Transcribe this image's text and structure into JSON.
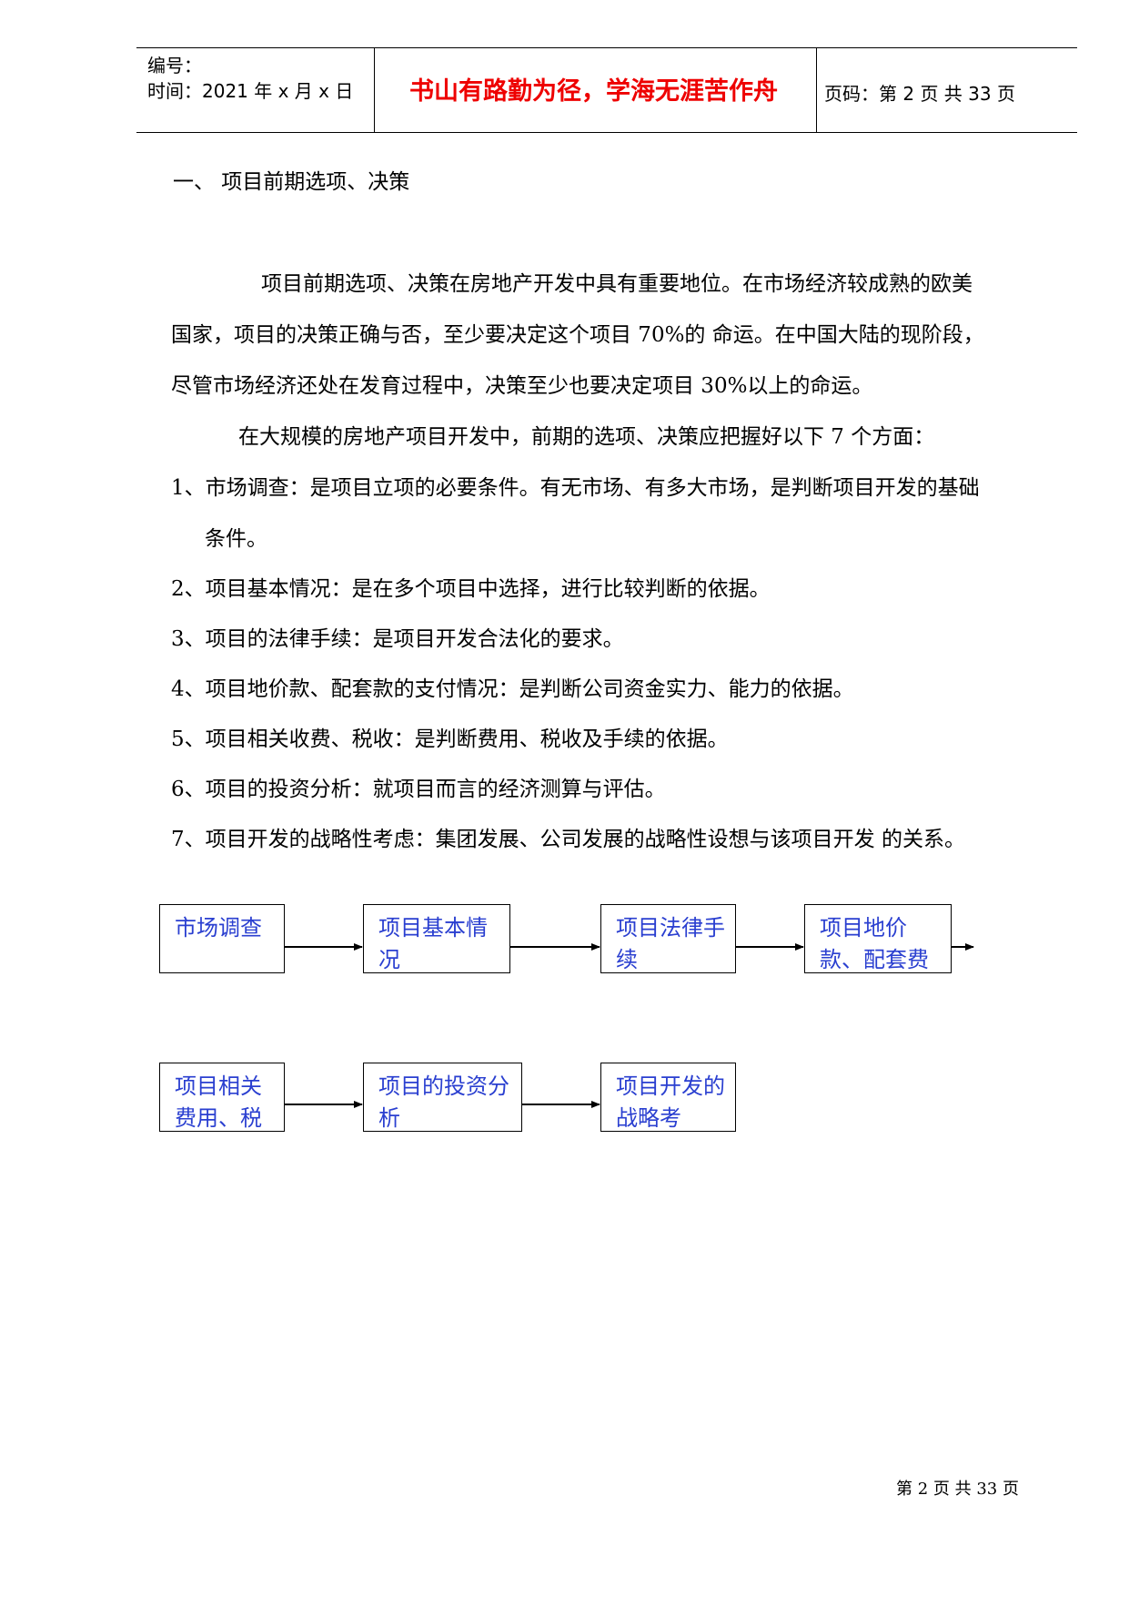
{
  "header": {
    "number_label": "编号：",
    "time_label": "时间：2021 年 x 月 x 日",
    "motto": "书山有路勤为径，学海无涯苦作舟",
    "page_label": "页码：第 2 页  共 33 页"
  },
  "section": {
    "title": "一、  项目前期选项、决策",
    "paragraph1": [
      "项目前期选项、决策在房地产开发中具有重要地位。在市场经济较成熟的欧美",
      "国家，项目的决策正确与否，至少要决定这个项目 70%的  命运。在中国大陆的现阶段，",
      "尽管市场经济还处在发育过程中，决策至少也要决定项目 30%以上的命运。"
    ],
    "paragraph2": "在大规模的房地产项目开发中，前期的选项、决策应把握好以下 7 个方面：",
    "items": [
      {
        "line1": "1、市场调查：是项目立项的必要条件。有无市场、有多大市场，是判断项目开发的基础",
        "line2": "条件。"
      },
      {
        "line1": "2、项目基本情况：是在多个项目中选择，进行比较判断的依据。"
      },
      {
        "line1": "3、项目的法律手续：是项目开发合法化的要求。"
      },
      {
        "line1": "4、项目地价款、配套款的支付情况：是判断公司资金实力、能力的依据。"
      },
      {
        "line1": "5、项目相关收费、税收：是判断费用、税收及手续的依据。"
      },
      {
        "line1": "6、项目的投资分析：就项目而言的经济测算与评估。"
      },
      {
        "line1": "7、项目开发的战略性考虑：集团发展、公司发展的战略性设想与该项目开发  的关系。"
      }
    ]
  },
  "flowchart": {
    "row1": [
      "市场调查",
      "项目基本情况",
      "项目法律手续",
      "项目地价款、配套费用"
    ],
    "row2": [
      "项目相关费用、税",
      "项目的投资分析",
      "项目开发的战略考"
    ]
  },
  "footer": {
    "page": "第 2 页 共 33 页"
  }
}
